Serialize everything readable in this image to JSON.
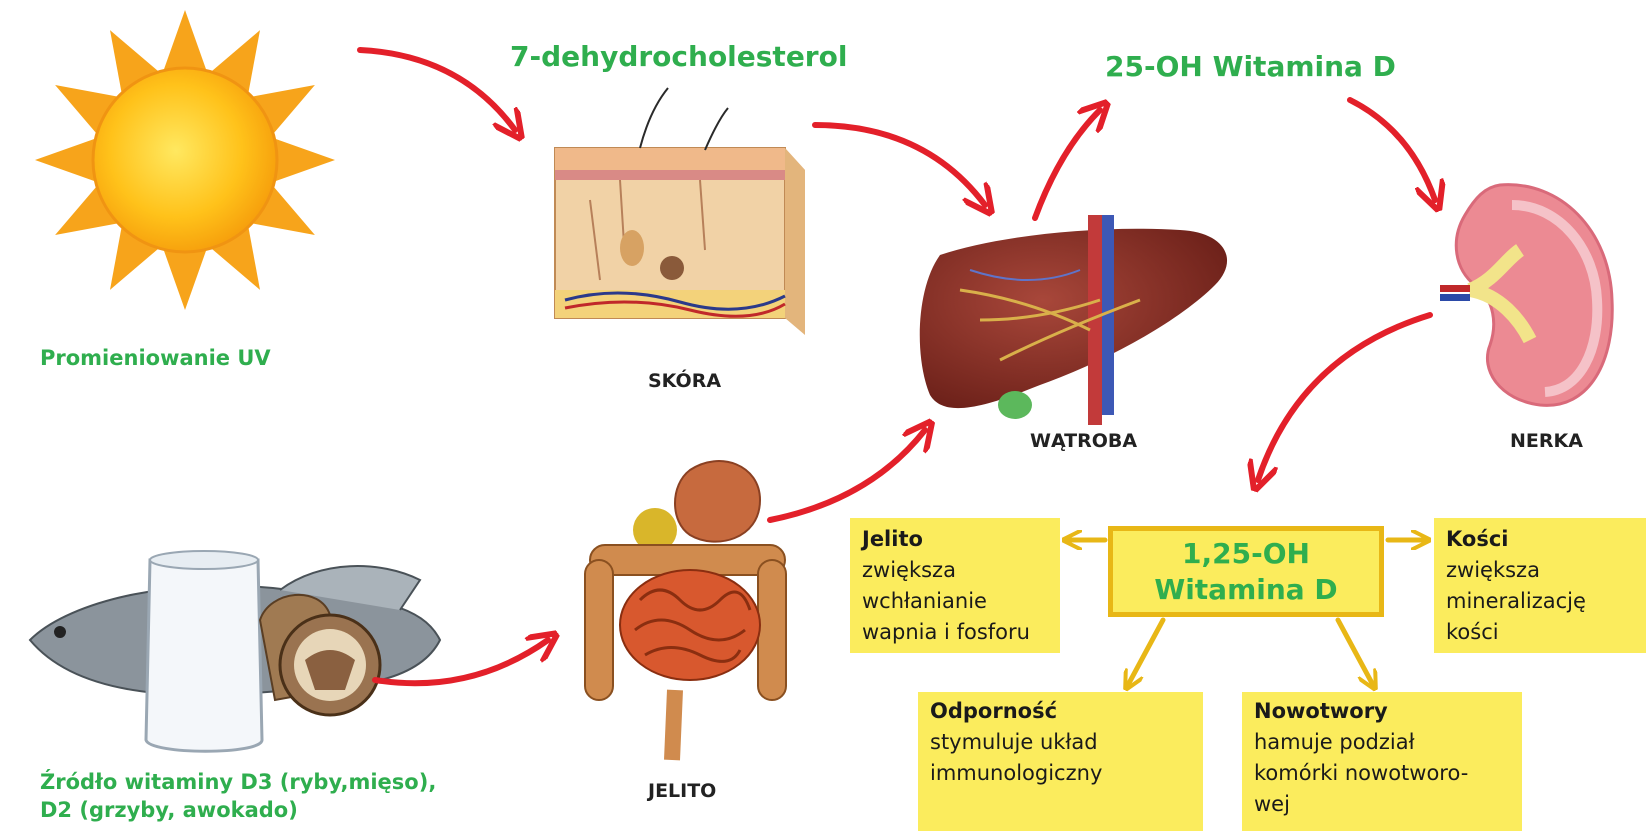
{
  "labels": {
    "uv": "Promieniowanie UV",
    "dehydro": "7-dehydrocholesterol",
    "skin": "SKÓRA",
    "oh25": "25-OH Witamina D",
    "liver": "WĄTROBA",
    "kidney": "NERKA",
    "gut": "JELITO",
    "sources_line1": "Źródło witaminy D3 (ryby,mięso),",
    "sources_line2": "D2 (grzyby, awokado)"
  },
  "center": {
    "line1": "1,25-OH",
    "line2": "Witamina D"
  },
  "effects": {
    "jelito": {
      "title": "Jelito",
      "lines": [
        "zwiększa",
        "wchłanianie",
        "wapnia i fosforu"
      ]
    },
    "kosci": {
      "title": "Kości",
      "lines": [
        "zwiększa",
        "mineralizację",
        "kości"
      ]
    },
    "odpornosc": {
      "title": "Odporność",
      "lines": [
        "stymuluje układ",
        "immunologiczny"
      ]
    },
    "nowotwory": {
      "title": "Nowotwory",
      "lines": [
        "hamuje podział",
        "komórki nowotworo-",
        "wej"
      ]
    }
  },
  "colors": {
    "green": "#2fae4e",
    "arrow_red": "#e3202a",
    "box_yellow": "#fbec5d",
    "arrow_yellow": "#e8b716"
  },
  "icons": [
    "sun-icon",
    "skin-cross-section-icon",
    "liver-icon",
    "kidney-icon",
    "digestive-system-icon",
    "food-sources-icon"
  ]
}
